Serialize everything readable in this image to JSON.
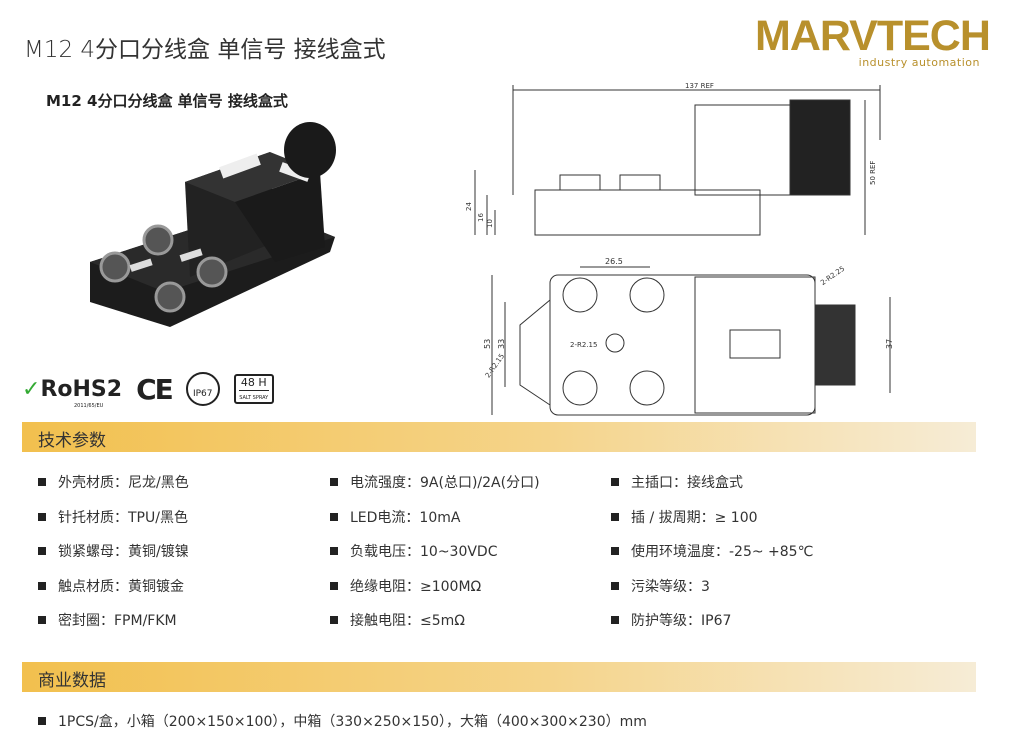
{
  "header": {
    "title": "M12 4分口分线盒 单信号 接线盒式",
    "logo_brand": "MARVTECH",
    "logo_tagline": "industry automation",
    "accent": "#b8902c"
  },
  "product": {
    "subtitle": "M12 4分口分线盒 单信号 接线盒式"
  },
  "certifications": {
    "rohs": "RoHS2",
    "rohs_note": "2011/65/EU",
    "ce": "CE",
    "ip": "IP67",
    "salt_hours": "48 H",
    "salt_label": "SALT SPRAY"
  },
  "drawing": {
    "side": {
      "length": "137 REF",
      "height_total": "24",
      "height_body": "16",
      "height_base": "10",
      "height_cable": "50 REF"
    },
    "top": {
      "pitch": "26.5",
      "width": "53",
      "port_span": "33",
      "hole_left": "2-R2.15",
      "hole_center": "2-R2.15",
      "hole_right": "2-R2.25",
      "mount_span": "37"
    }
  },
  "sections": {
    "tech": "技术参数",
    "business": "商业数据"
  },
  "specs": [
    [
      "外壳材质：尼龙/黑色",
      "针托材质：TPU/黑色",
      "锁紧螺母：黄铜/镀镍",
      "触点材质：黄铜镀金",
      "密封圈：FPM/FKM"
    ],
    [
      "电流强度：9A(总口)/2A(分口)",
      "LED电流：10mA",
      "负载电压：10~30VDC",
      "绝缘电阻：≥100MΩ",
      "接触电阻：≤5mΩ"
    ],
    [
      "主插口：接线盒式",
      "插 / 拔周期：≥ 100",
      "使用环境温度：-25~ +85℃",
      "污染等级：3",
      "防护等级：IP67"
    ]
  ],
  "business": [
    "1PCS/盒，小箱（200×150×100），中箱（330×250×150），大箱（400×300×230）mm"
  ]
}
